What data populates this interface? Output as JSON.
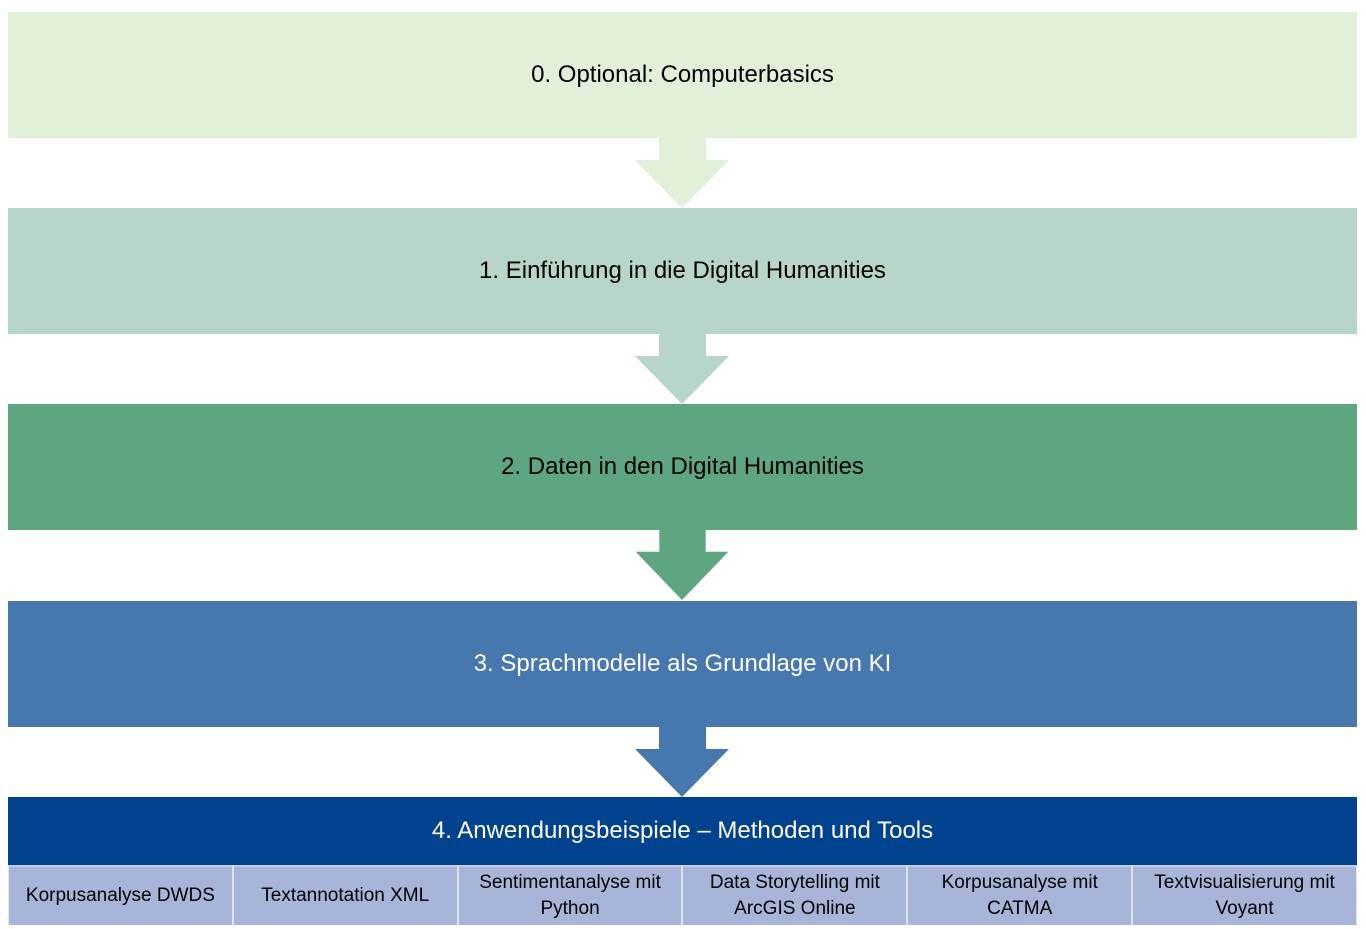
{
  "steps": [
    {
      "label": "0. Optional: Computerbasics",
      "color": "#e2efd9"
    },
    {
      "label": "1. Einführung in die Digital Humanities",
      "color": "#b8d6c7"
    },
    {
      "label": "2. Daten in den Digital Humanities",
      "color": "#5da67f"
    },
    {
      "label": "3. Sprachmodelle als Grundlage von KI",
      "color": "#4777af"
    }
  ],
  "final": {
    "label": "4. Anwendungsbeispiele – Methoden und Tools",
    "color": "#01428f",
    "tools": [
      "Korpusanalyse DWDS",
      "Textannotation XML",
      "Sentimentanalyse mit Python",
      "Data Storytelling mit ArcGIS Online",
      "Korpusanalyse mit CATMA",
      "Textvisualisierung mit Voyant"
    ]
  }
}
